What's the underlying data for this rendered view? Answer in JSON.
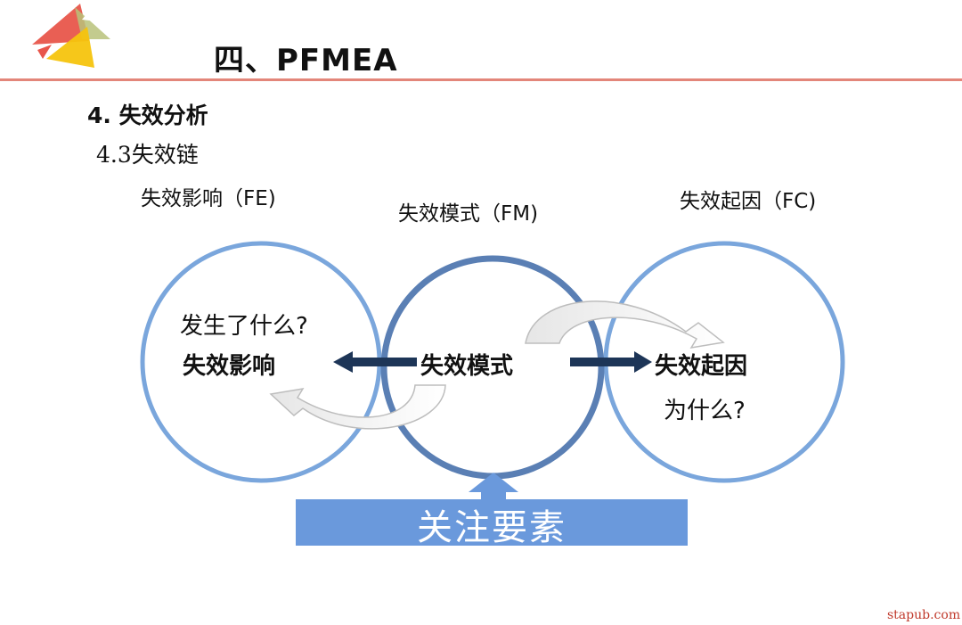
{
  "header": {
    "title": "四、PFMEA"
  },
  "section": {
    "heading": "4. 失效分析",
    "subheading": "4.3失效链"
  },
  "circles": {
    "effect": {
      "title": "失效影响（FE)",
      "question": "发生了什么?",
      "label": "失效影响"
    },
    "mode": {
      "title": "失效模式（FM)",
      "label": "失效模式"
    },
    "cause": {
      "title": "失效起因（FC)",
      "label": "失效起因",
      "question": "为什么?"
    }
  },
  "focus": {
    "label": "关注要素"
  },
  "watermark": "stapub.com",
  "colors": {
    "circle_stroke": "#7aa6dc",
    "center_circle_stroke": "#5a7fb4",
    "focus_fill": "#6a99dc",
    "arrow": "#1d3557",
    "accent_rule": "#e3867a",
    "logo_red": "#e8564b",
    "logo_yellow": "#f6c40e",
    "logo_olive": "#b8c27a"
  }
}
